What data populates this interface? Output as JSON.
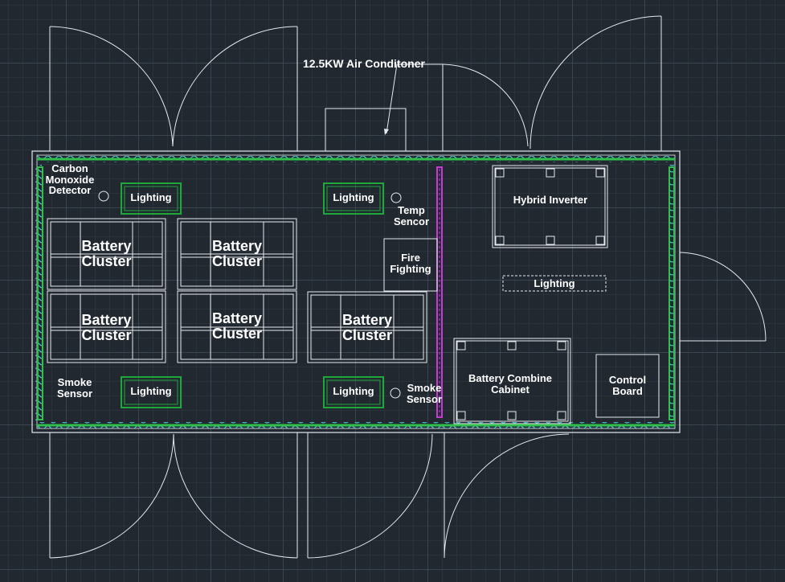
{
  "labels": {
    "air_conditioner": "12.5KW Air Conditoner",
    "carbon_monoxide_detector": "Carbon\nMonoxide\nDetector",
    "temp_sensor": "Temp\nSencor",
    "fire_fighting": "Fire\nFighting",
    "hybrid_inverter": "Hybrid Inverter",
    "battery_combine_cabinet": "Battery Combine\nCabinet",
    "control_board": "Control\nBoard",
    "smoke_sensor_left": "Smoke\nSensor",
    "smoke_sensor_right": "Smoke\nSensor",
    "lighting": "Lighting",
    "battery_cluster": "Battery\nCluster"
  },
  "colors": {
    "background": "#212830",
    "line": "#e6e9ee",
    "wall_green": "#2fbf4a",
    "wall_cyan": "#4fd4e4",
    "purple": "#c63bd6",
    "lighting_green": "#1fa83a"
  }
}
